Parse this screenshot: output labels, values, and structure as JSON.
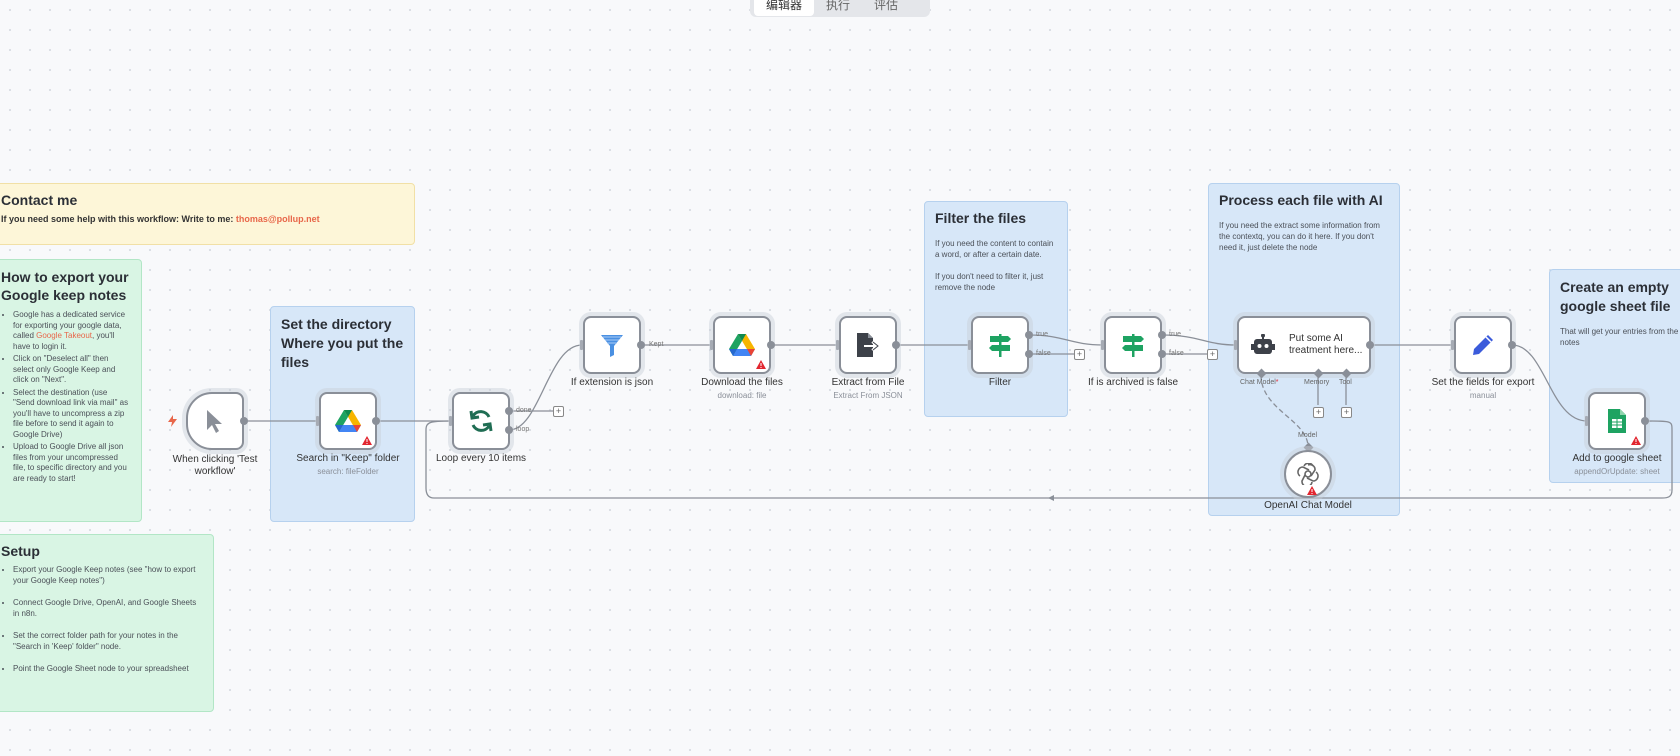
{
  "tabs": [
    {
      "label": "编辑器",
      "active": true
    },
    {
      "label": "执行",
      "active": false
    },
    {
      "label": "评估",
      "active": false
    }
  ],
  "sticky_notes": {
    "contact": {
      "title": "Contact me",
      "text": "If you need some help with this workflow: Write to me: ",
      "email": "thomas@pollup.net"
    },
    "export": {
      "title": "How to export your Google keep notes",
      "items": [
        {
          "before": "Google has a dedicated service for exporting your google data, called ",
          "link": "Google Takeout",
          "after": ", you'll have to login it."
        },
        {
          "before": "Click on \"Deselect all\" then select only Google Keep and click on \"Next\".",
          "link": "",
          "after": ""
        },
        {
          "before": "Select the destination (use \"Send download link via mail\" as you'll have to uncompress a zip file before to send it again to Google Drive)",
          "link": "",
          "after": ""
        },
        {
          "before": "Upload to Google Drive all json files from your uncompressed file, to specific directory and you are ready to start!",
          "link": "",
          "after": ""
        }
      ]
    },
    "setup": {
      "title": "Setup",
      "items": [
        "Export your Google Keep notes (see \"how to export your Google Keep notes\")",
        "Connect Google Drive, OpenAI, and Google Sheets in n8n.",
        "Set the correct folder path for your notes in the \"Search in 'Keep' folder\" node.",
        "Point the Google Sheet node to your spreadsheet"
      ]
    },
    "directory": {
      "title": "Set the directory Where you put the files"
    },
    "filter": {
      "title": "Filter the files",
      "text1": "If you need the content to contain a word, or after a certain date.",
      "text2": "If you don't need to filter it, just remove the node"
    },
    "process": {
      "title": "Process each file with AI",
      "text": "If you need the extract some information from the contextq, you can do it here. If you don't need it, just delete the node"
    },
    "sheet": {
      "title": "Create an empty google sheet file",
      "text": "That will get your entries from the notes"
    }
  },
  "nodes": {
    "trigger": {
      "label": "When clicking 'Test workflow'",
      "icon": "cursor-icon"
    },
    "search": {
      "label": "Search in \"Keep\" folder",
      "sub": "search: fileFolder",
      "icon": "google-drive-icon",
      "warning": true
    },
    "loop": {
      "label": "Loop every 10 items",
      "icon": "loop-icon",
      "out1": "done",
      "out2": "loop"
    },
    "if_json": {
      "label": "If extension is json",
      "icon": "filter-icon",
      "out": "Kept"
    },
    "download": {
      "label": "Download the files",
      "sub": "download: file",
      "icon": "google-drive-icon",
      "warning": true
    },
    "extract": {
      "label": "Extract from File",
      "sub": "Extract From JSON",
      "icon": "file-extract-icon"
    },
    "filter": {
      "label": "Filter",
      "icon": "signpost-icon",
      "out1": "true",
      "out2": "false"
    },
    "if_archived": {
      "label": "If is archived is false",
      "icon": "signpost-icon",
      "out1": "true",
      "out2": "false"
    },
    "ai_agent": {
      "label": "Put some AI treatment here...",
      "icon": "robot-icon",
      "sub_chat": "Chat Model",
      "sub_chat_req": "*",
      "sub_memory": "Memory",
      "sub_tool": "Tool"
    },
    "openai": {
      "label": "OpenAI Chat Model",
      "icon": "openai-icon",
      "warning": true,
      "conn_label": "Model"
    },
    "set_fields": {
      "label": "Set the fields for export",
      "sub": "manual",
      "icon": "pencil-icon"
    },
    "sheets": {
      "label": "Add to google sheet",
      "sub": "appendOrUpdate: sheet",
      "icon": "google-sheets-icon",
      "warning": true
    }
  },
  "colors": {
    "note_yellow": "#fdf6d8",
    "note_green": "#d9f5e4",
    "note_blue": "#d7e7f8",
    "link": "#e8674a",
    "edge": "#8a8f98",
    "trigger_bolt": "#e8674a"
  }
}
